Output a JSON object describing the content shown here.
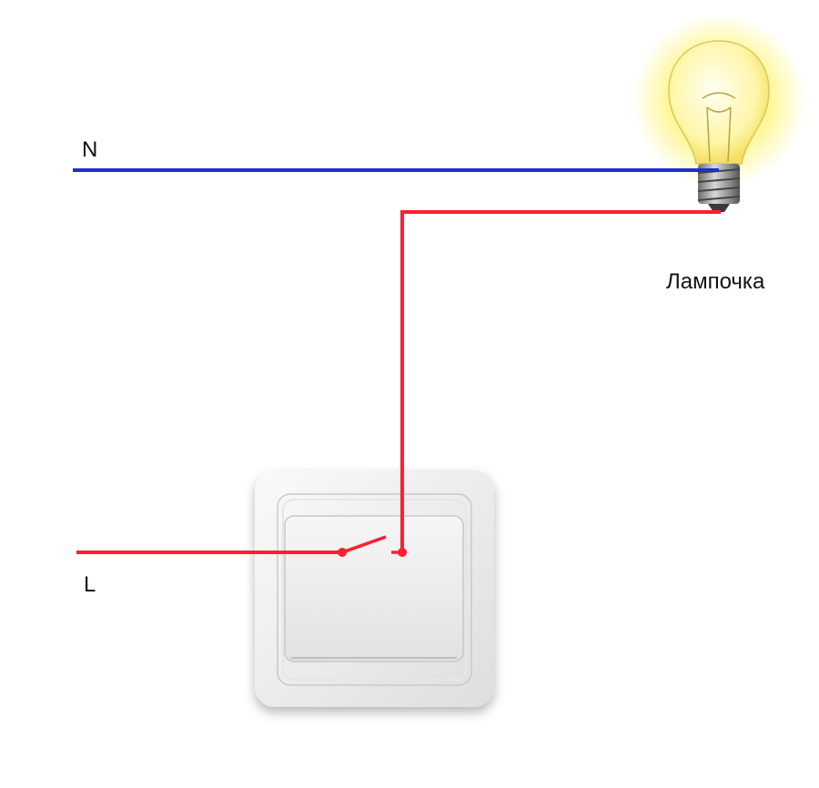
{
  "labels": {
    "neutral": "N",
    "line": "L",
    "bulb": "Лампочка"
  },
  "colors": {
    "neutral_wire": "#1f2fd0",
    "phase_wire": "#ff1f2e",
    "background": "#ffffff",
    "switch_plate": "#eeeeee"
  },
  "icons": {
    "bulb": "light-bulb-icon",
    "switch": "wall-switch-icon",
    "contact": "switch-contact-symbol"
  }
}
